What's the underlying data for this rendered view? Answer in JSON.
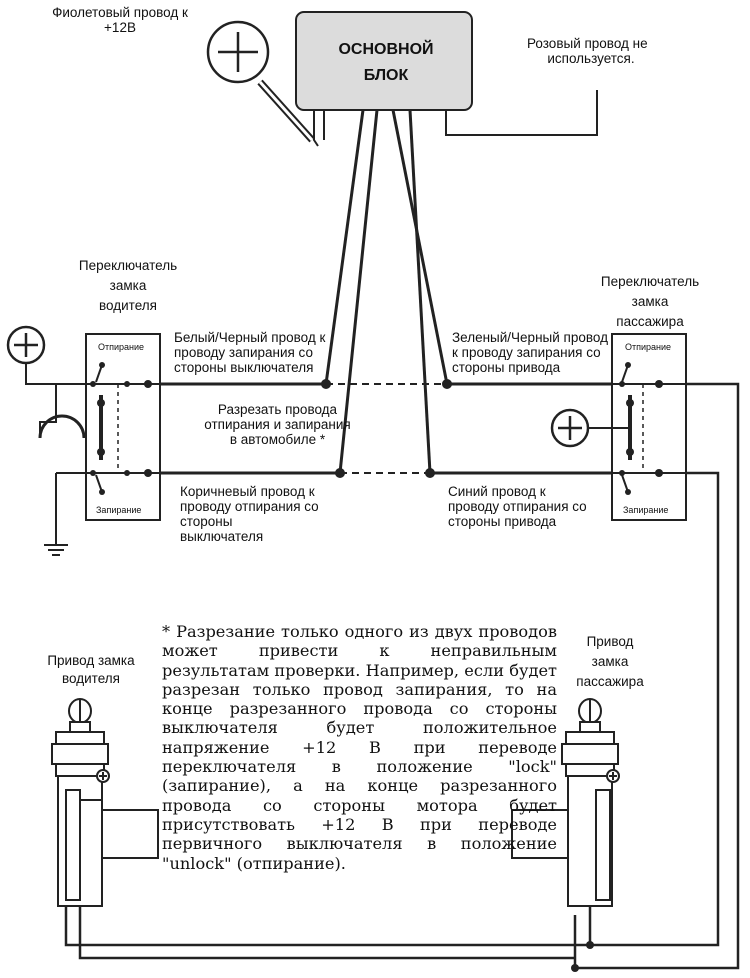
{
  "main_unit": {
    "line1": "ОСНОВНОЙ",
    "line2": "БЛОК"
  },
  "labels": {
    "purple_wire": {
      "line1": "Фиолетовый провод к",
      "line2": "+12В"
    },
    "pink_wire": {
      "line1": "Розовый провод не",
      "line2": "используется."
    },
    "driver_switch": {
      "line1": "Переключатель",
      "line2": "замка",
      "line3": "водителя"
    },
    "passenger_switch": {
      "line1": "Переключатель",
      "line2": "замка",
      "line3": "пассажира"
    },
    "white_black_wire": {
      "line1": "Белый/Черный провод к",
      "line2": "проводу запирания со",
      "line3": "стороны  выключателя"
    },
    "green_black_wire": {
      "line1": "Зеленый/Черный провод",
      "line2": "к  проводу запирания со",
      "line3": "стороны привода"
    },
    "cut_wires": {
      "line1": "Разрезать провода",
      "line2": "отпирания и запирания",
      "line3": "в автомобиле *"
    },
    "brown_wire": {
      "line1": "Коричневый провод к",
      "line2": "проводу отпирания со",
      "line3": "стороны",
      "line4": "выключателя"
    },
    "blue_wire": {
      "line1": "Синий провод к",
      "line2": "проводу отпирания со",
      "line3": "стороны привода"
    },
    "driver_actuator": {
      "line1": "Привод замка",
      "line2": "водителя"
    },
    "passenger_actuator": {
      "line1": "Привод",
      "line2": "замка",
      "line3": "пассажира"
    }
  },
  "switch_positions": {
    "unlock": "Отпирание",
    "lock": "Запирание"
  },
  "footnote": "* Разрезание только одного из двух проводов может привести к неправильным результатам проверки. Например, если будет разрезан только провод запирания, то на конце разрезанного провода со стороны выключателя будет положительное напряжение +12 В при переводе переключателя в положение \"lock\" (запирание), а на конце разрезанного провода со стороны мотора будет присутствовать +12 В при переводе первичного выключателя в положение \"unlock\" (отпирание).",
  "icons": [
    "plus-terminal-icon",
    "ground-icon",
    "actuator-icon"
  ]
}
